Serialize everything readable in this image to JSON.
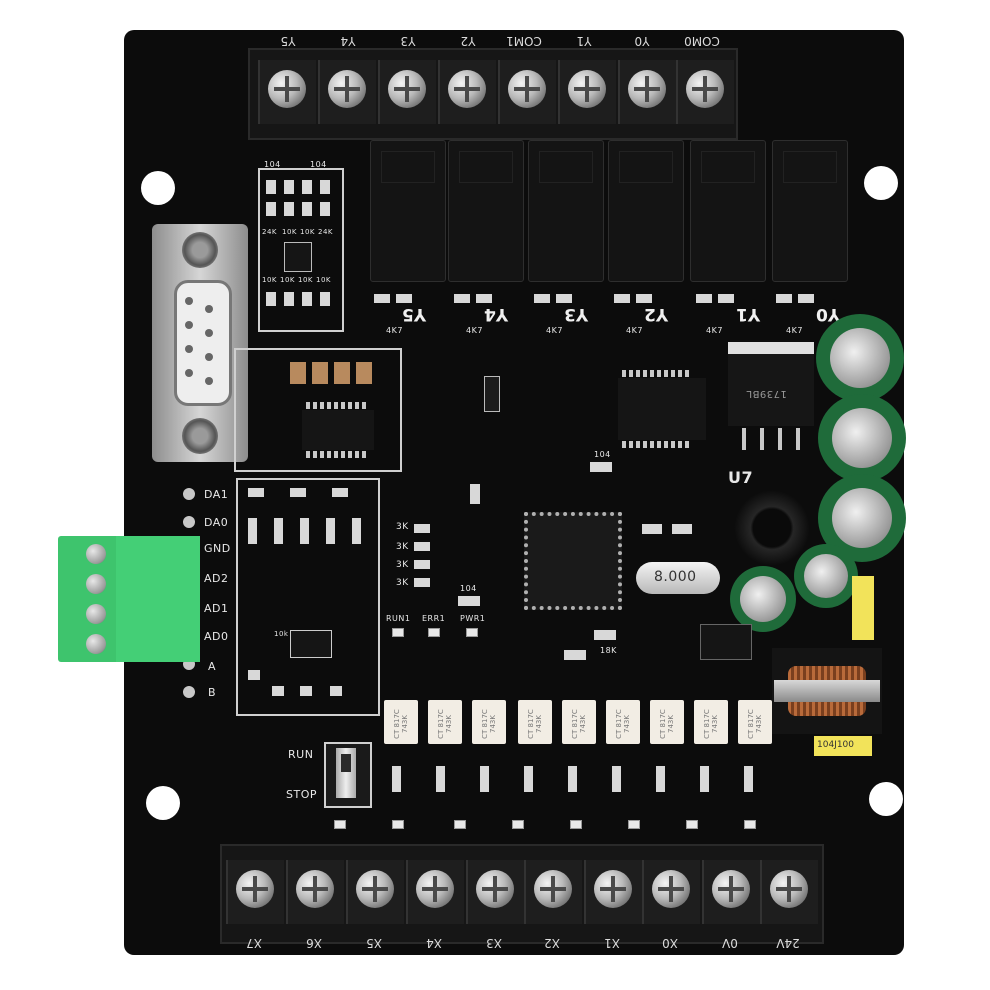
{
  "board": {
    "top_terminals": [
      "Y5",
      "Y4",
      "Y3",
      "Y2",
      "COM1",
      "Y1",
      "Y0",
      "COM0"
    ],
    "bottom_terminals": [
      "X7",
      "X6",
      "X5",
      "X4",
      "X3",
      "X2",
      "X1",
      "X0",
      "0V",
      "24V"
    ],
    "relay_labels": [
      "Y5",
      "Y4",
      "Y3",
      "Y2",
      "Y1",
      "Y0"
    ],
    "resistor_values": [
      "4K7",
      "4K7",
      "4K7",
      "4K7",
      "4K7",
      "4K7"
    ],
    "left_terminal_labels": [
      "DA1",
      "DA0",
      "GND",
      "AD2",
      "AD1",
      "AD0",
      "A",
      "B"
    ],
    "status_leds": [
      "RUN1",
      "ERR1",
      "PWR1"
    ],
    "switch_labels": {
      "run": "RUN",
      "stop": "STOP"
    },
    "crystal": "8.000",
    "regulator_marking": "1739BL",
    "regulator_label": "U7",
    "choke_label": "104J100",
    "optocoupler_marking": "CT 817C 743K",
    "side_resistors": [
      "3K",
      "3K",
      "3K",
      "3K"
    ],
    "resistor_array_labels": [
      "104",
      "104",
      "24K",
      "10K",
      "10K",
      "24K",
      "10K",
      "10K",
      "10K",
      "10K"
    ],
    "misc_labels": [
      "104",
      "104",
      "18K",
      "10k"
    ],
    "colors": {
      "pcb": "#0c0c0c",
      "terminal_green": "#3ec46d",
      "capacitor_green": "#1f6b3a",
      "silkscreen": "#e8e8e8",
      "choke_yellow": "#f2e35a"
    }
  }
}
